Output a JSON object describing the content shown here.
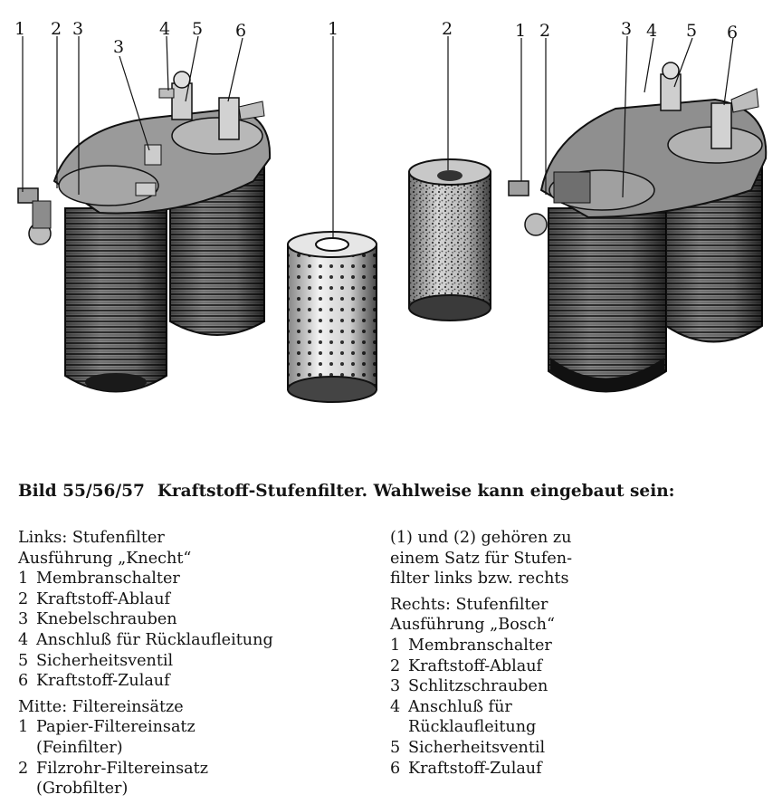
{
  "figure": {
    "labels_left": [
      "1",
      "2",
      "3",
      "3",
      "4",
      "5",
      "6"
    ],
    "labels_middle": [
      "1",
      "2"
    ],
    "labels_right": [
      "1",
      "2",
      "3",
      "4",
      "5",
      "6"
    ]
  },
  "caption": {
    "number": "Bild 55/56/57",
    "title": "Kraftstoff-Stufenfilter. Wahlweise kann eingebaut sein:"
  },
  "left_column": {
    "links_heading_1": "Links: Stufenfilter",
    "links_heading_2": "Ausführung „Knecht“",
    "links_items": [
      {
        "n": "1",
        "t": "Membranschalter"
      },
      {
        "n": "2",
        "t": "Kraftstoff-Ablauf"
      },
      {
        "n": "3",
        "t": "Knebelschrauben"
      },
      {
        "n": "4",
        "t": "Anschluß für Rücklaufleitung"
      },
      {
        "n": "5",
        "t": "Sicherheitsventil"
      },
      {
        "n": "6",
        "t": "Kraftstoff-Zulauf"
      }
    ],
    "mitte_heading": "Mitte: Filtereinsätze",
    "mitte_items": [
      {
        "n": "1",
        "t": "Papier-Filtereinsatz",
        "t2": "(Feinfilter)"
      },
      {
        "n": "2",
        "t": "Filzrohr-Filtereinsatz",
        "t2": "(Grobfilter)"
      }
    ]
  },
  "right_column": {
    "note_lines": [
      "(1) und (2) gehören zu",
      "einem Satz für Stufen-",
      "filter links bzw. rechts"
    ],
    "rechts_heading_1": "Rechts: Stufenfilter",
    "rechts_heading_2": "Ausführung „Bosch“",
    "rechts_items": [
      {
        "n": "1",
        "t": "Membranschalter"
      },
      {
        "n": "2",
        "t": "Kraftstoff-Ablauf"
      },
      {
        "n": "3",
        "t": "Schlitzschrauben"
      },
      {
        "n": "4",
        "t": "Anschluß für",
        "t2": "Rücklaufleitung"
      },
      {
        "n": "5",
        "t": "Sicherheitsventil"
      },
      {
        "n": "6",
        "t": "Kraftstoff-Zulauf"
      }
    ]
  }
}
